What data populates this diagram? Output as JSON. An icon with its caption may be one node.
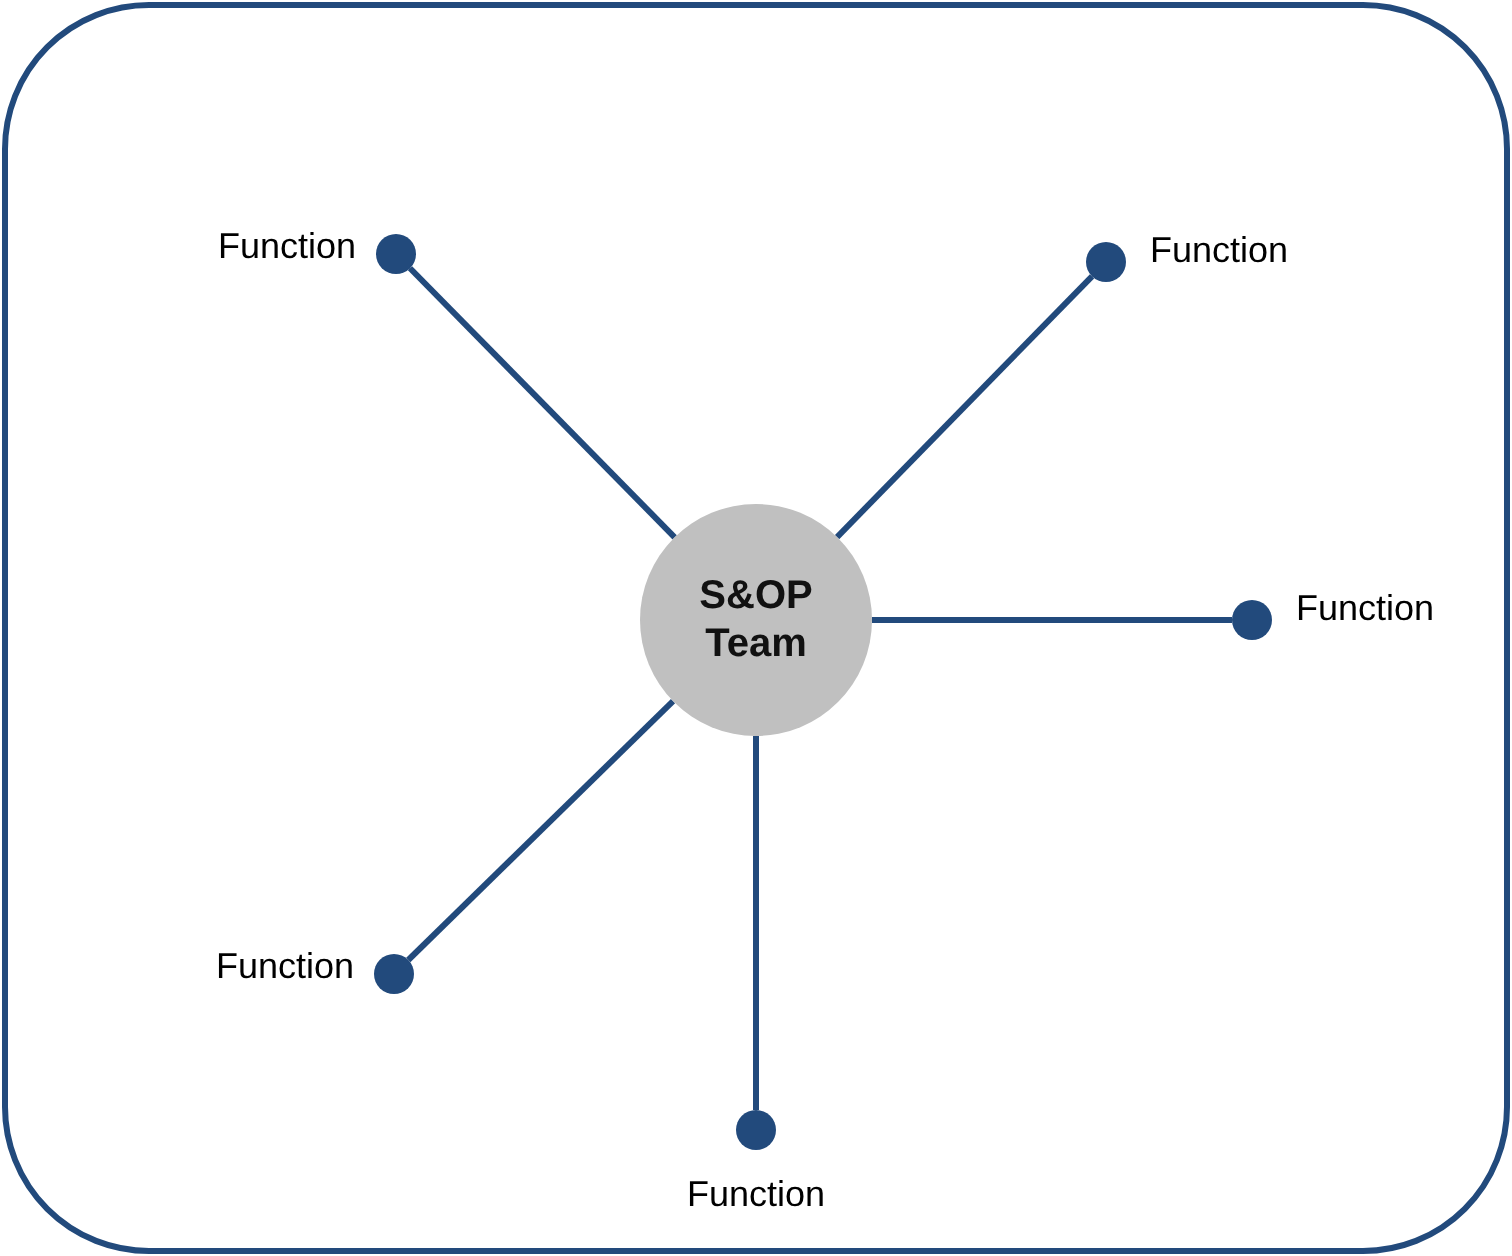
{
  "diagram": {
    "nodes": [
      {
        "text": [
          "S&OP Team"
        ]
      },
      {
        "text": [],
        "shape": "circle",
        "beside": [
          "Function"
        ]
      },
      {
        "text": [],
        "shape": "circle",
        "beside": [
          "Function"
        ]
      },
      {
        "text": [],
        "shape": "circle",
        "beside": [
          "Function"
        ]
      },
      {
        "text": [],
        "shape": "circle",
        "beside": [
          "Function"
        ]
      },
      {
        "text": [],
        "shape": "circle",
        "beside": [
          "Function"
        ]
      }
    ],
    "edges": [
      {
        "from": 0,
        "to": 1,
        "arrow": "none"
      },
      {
        "from": 0,
        "to": 2,
        "arrow": "none"
      },
      {
        "from": 0,
        "to": 3,
        "arrow": "none"
      },
      {
        "from": 0,
        "to": 4,
        "arrow": "none"
      },
      {
        "from": 0,
        "to": 5,
        "arrow": "none"
      }
    ]
  }
}
